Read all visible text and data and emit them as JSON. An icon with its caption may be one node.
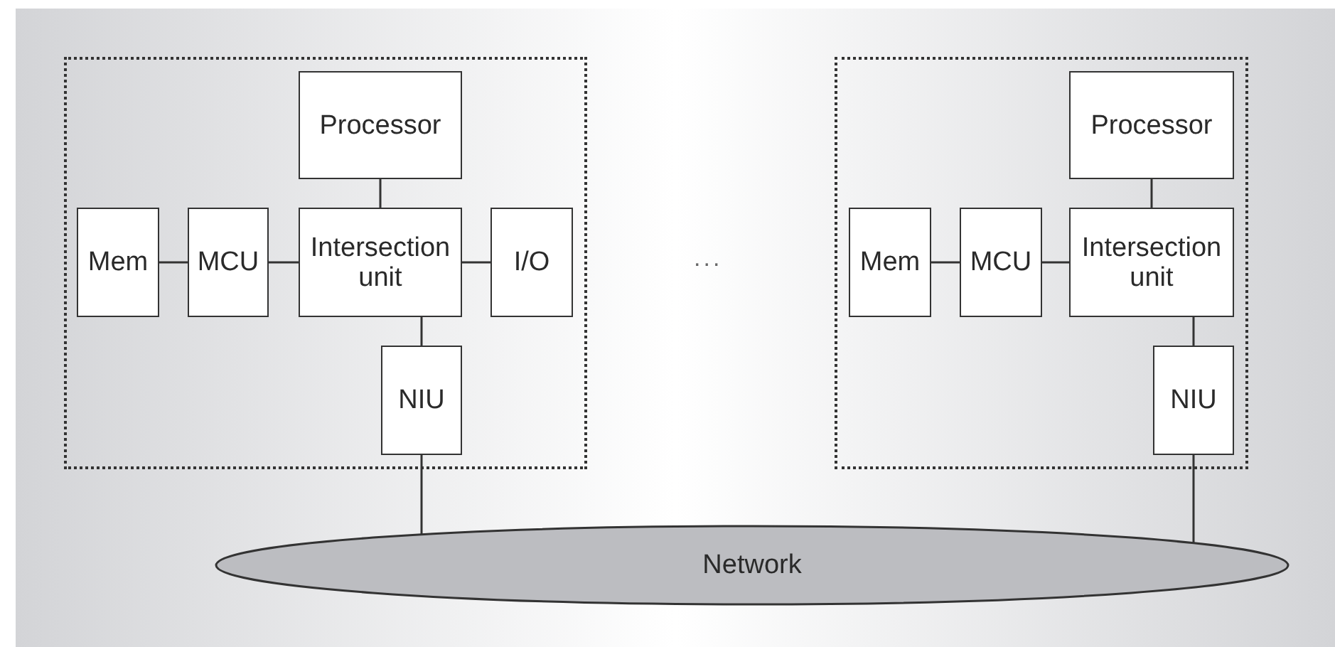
{
  "diagram": {
    "nodes": [
      {
        "text": [],
        "shape": "box"
      },
      {
        "text": [
          "Processor"
        ],
        "in": 0
      },
      {
        "text": [
          "Mem"
        ],
        "in": 0
      },
      {
        "text": [
          "MCU"
        ],
        "in": 0
      },
      {
        "text": [
          "Intersection unit"
        ],
        "in": 0
      },
      {
        "text": [
          "I/O"
        ],
        "in": 0
      },
      {
        "text": [
          "NIU"
        ],
        "in": 0
      },
      {
        "text": [],
        "shape": "box"
      },
      {
        "text": [
          "Processor"
        ],
        "in": 7
      },
      {
        "text": [
          "Mem"
        ],
        "in": 7
      },
      {
        "text": [
          "MCU"
        ],
        "in": 7
      },
      {
        "text": [
          "Intersection unit"
        ],
        "in": 7
      },
      {
        "text": [
          "NIU"
        ],
        "in": 7
      },
      {
        "text": [
          "Network"
        ]
      }
    ],
    "edges": [
      {
        "from": 2,
        "to": 3,
        "arrow": "none"
      },
      {
        "from": 3,
        "to": 4,
        "arrow": "none"
      },
      {
        "from": 4,
        "to": 5,
        "arrow": "none"
      },
      {
        "from": 1,
        "to": 4,
        "arrow": "none"
      },
      {
        "from": 4,
        "to": 6,
        "arrow": "none"
      },
      {
        "from": 6,
        "to": 13,
        "arrow": "none"
      },
      {
        "from": 9,
        "to": 10,
        "arrow": "none"
      },
      {
        "from": 10,
        "to": 11,
        "arrow": "none"
      },
      {
        "from": 8,
        "to": 11,
        "arrow": "none"
      },
      {
        "from": 11,
        "to": 12,
        "arrow": "none"
      },
      {
        "from": 12,
        "to": 13,
        "arrow": "none"
      }
    ],
    "labels": [
      "..."
    ]
  }
}
